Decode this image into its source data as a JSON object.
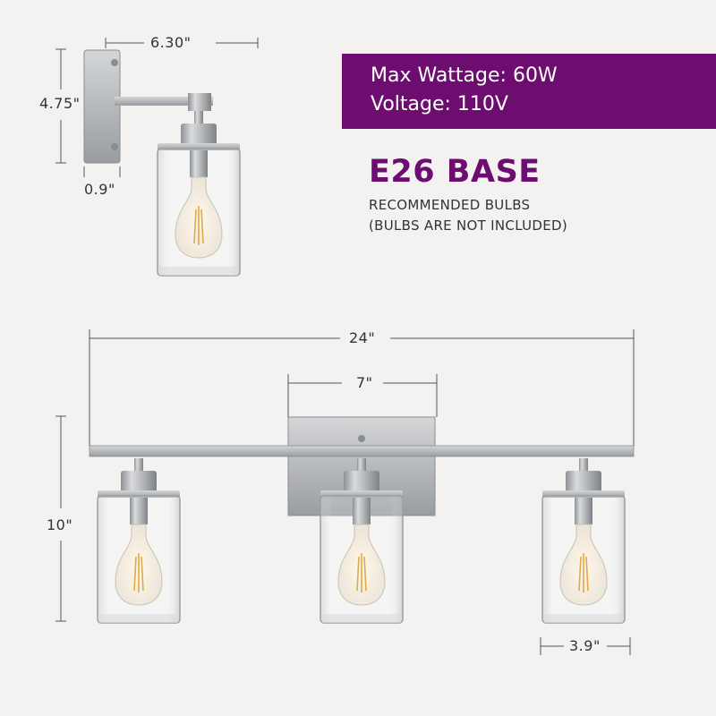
{
  "dimensions": {
    "single_width": "6.30\"",
    "single_height": "4.75\"",
    "single_depth": "0.9\"",
    "total_width": "24\"",
    "backplate_width": "7\"",
    "total_height": "10\"",
    "shade_width": "3.9\""
  },
  "specs": {
    "wattage": "Max Wattage: 60W",
    "voltage": "Voltage: 110V"
  },
  "bulb": {
    "base": "E26 BASE",
    "recommended": "RECOMMENDED BULBS",
    "note": "(BULBS ARE NOT INCLUDED)"
  },
  "colors": {
    "accent": "#6d0d6f",
    "background": "#f3f2f1",
    "metal": "#b9bcbf"
  }
}
